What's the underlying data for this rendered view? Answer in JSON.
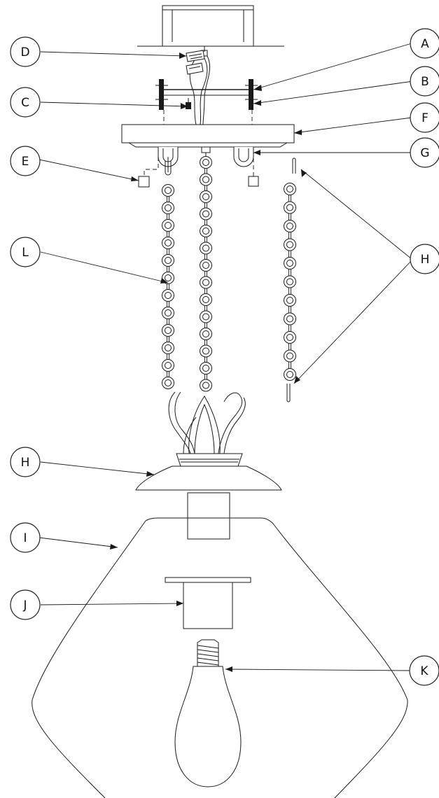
{
  "callouts": {
    "A": "A",
    "B": "B",
    "C": "C",
    "D": "D",
    "E": "E",
    "F": "F",
    "G": "G",
    "H_right": "H",
    "H_left": "H",
    "I": "I",
    "J": "J",
    "K": "K",
    "L": "L"
  }
}
